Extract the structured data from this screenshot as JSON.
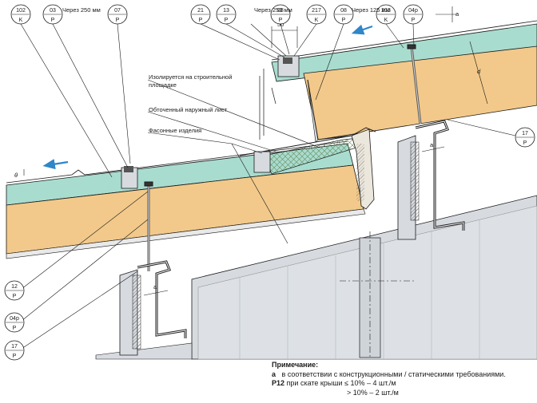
{
  "tags": [
    {
      "num": "102",
      "sub": "K"
    },
    {
      "num": "03",
      "sub": "P"
    },
    {
      "num": "07",
      "sub": "P"
    },
    {
      "num": "21",
      "sub": "P"
    },
    {
      "num": "13",
      "sub": "P"
    },
    {
      "num": "08",
      "sub": "P"
    },
    {
      "num": "217",
      "sub": "K"
    },
    {
      "num": "08",
      "sub": "P"
    },
    {
      "num": "203",
      "sub": "K"
    },
    {
      "num": "04p",
      "sub": "P"
    },
    {
      "num": "17",
      "sub": "P"
    },
    {
      "num": "12",
      "sub": "P"
    },
    {
      "num": "04p",
      "sub": "P"
    },
    {
      "num": "17",
      "sub": "P"
    }
  ],
  "spacing_labels": [
    "Через 250 мм",
    "Через 250 мм",
    "Через 125 мм"
  ],
  "dimension_labels": {
    "fifty": "50",
    "a": "a",
    "d": "d",
    "theta": "θ"
  },
  "callouts": [
    "Изолируется на строительной",
    "площадке",
    "Обточенный наружный лист",
    "Фасонные изделия"
  ],
  "note": {
    "title": "Примечание:",
    "a_key": "a",
    "a_text": "в соответствии с конструкционными / статическими требованиями.",
    "p12_key": "P12",
    "p12_text": "при скате крыши ≤ 10% – 4 шт./м",
    "p12_text2": "> 10% – 2 шт./м"
  },
  "colors": {
    "insulation": "#f2c98a",
    "membrane": "#a8dccf",
    "steel": "#d7dbe0",
    "line": "#1a1a1a",
    "arrow": "#2f86c9"
  }
}
